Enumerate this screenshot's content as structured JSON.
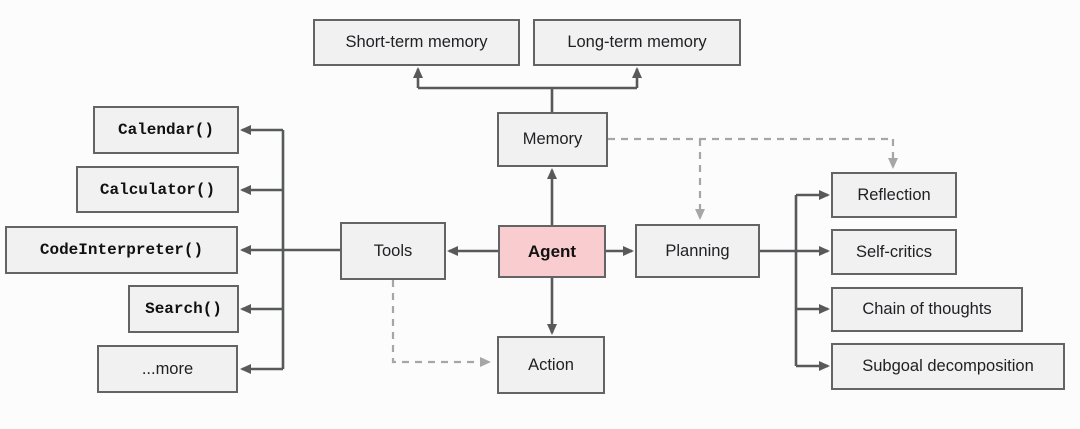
{
  "diagram": {
    "colors": {
      "background": "#fcfcfc",
      "node_fill": "#f1f1f1",
      "node_border": "#646464",
      "agent_fill": "#f9cdd0",
      "solid_edge": "#58595b",
      "dashed_edge": "#a6a6a6"
    },
    "nodes": {
      "agent": "Agent",
      "memory": "Memory",
      "tools": "Tools",
      "planning": "Planning",
      "action": "Action",
      "short_term_memory": "Short-term memory",
      "long_term_memory": "Long-term memory",
      "calendar": "Calendar()",
      "calculator": "Calculator()",
      "code_interpreter": "CodeInterpreter()",
      "search": "Search()",
      "more": "...more",
      "reflection": "Reflection",
      "self_critics": "Self-critics",
      "chain_of_thoughts": "Chain of thoughts",
      "subgoal_decomposition": "Subgoal decomposition"
    },
    "edges": [
      {
        "from": "agent",
        "to": "memory",
        "style": "solid"
      },
      {
        "from": "memory",
        "to": "short_term_memory",
        "style": "solid"
      },
      {
        "from": "memory",
        "to": "long_term_memory",
        "style": "solid"
      },
      {
        "from": "agent",
        "to": "tools",
        "style": "solid"
      },
      {
        "from": "tools",
        "to": "calendar",
        "style": "solid"
      },
      {
        "from": "tools",
        "to": "calculator",
        "style": "solid"
      },
      {
        "from": "tools",
        "to": "code_interpreter",
        "style": "solid"
      },
      {
        "from": "tools",
        "to": "search",
        "style": "solid"
      },
      {
        "from": "tools",
        "to": "more",
        "style": "solid"
      },
      {
        "from": "agent",
        "to": "planning",
        "style": "solid"
      },
      {
        "from": "planning",
        "to": "reflection",
        "style": "solid"
      },
      {
        "from": "planning",
        "to": "self_critics",
        "style": "solid"
      },
      {
        "from": "planning",
        "to": "chain_of_thoughts",
        "style": "solid"
      },
      {
        "from": "planning",
        "to": "subgoal_decomposition",
        "style": "solid"
      },
      {
        "from": "agent",
        "to": "action",
        "style": "solid"
      },
      {
        "from": "memory",
        "to": "planning",
        "style": "dashed"
      },
      {
        "from": "memory",
        "to": "reflection",
        "style": "dashed"
      },
      {
        "from": "tools",
        "to": "action",
        "style": "dashed"
      }
    ]
  }
}
